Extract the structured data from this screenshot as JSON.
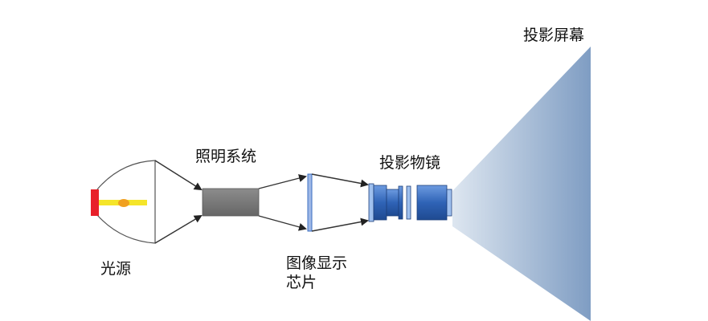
{
  "labels": {
    "projection_screen": "投影屏幕",
    "illumination_system": "照明系统",
    "projection_lens": "投影物镜",
    "light_source": "光源",
    "display_chip_line1": "图像显示",
    "display_chip_line2": "芯片"
  },
  "colors": {
    "source_red": "#e8202a",
    "beam_yellow": "#f5e52a",
    "bulb_orange": "#f0a020",
    "illumination_gray": "#7a7a7a",
    "lens_blue": "#3c6fc2",
    "screen_blue": "#a4b9d3",
    "line": "#444444"
  }
}
